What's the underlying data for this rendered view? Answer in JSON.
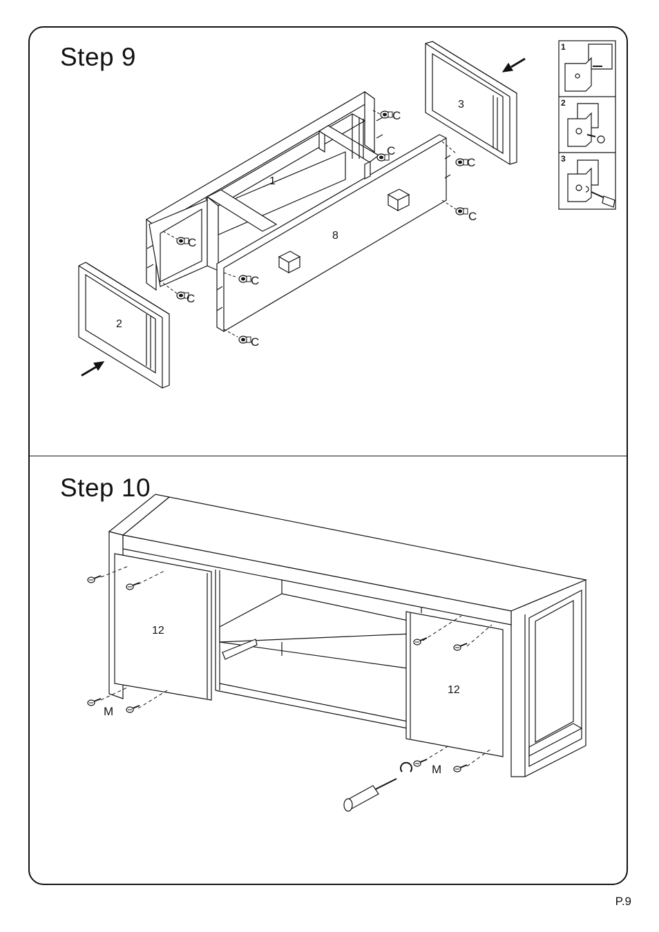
{
  "step9": {
    "title": "Step  9",
    "part_labels": [
      "1",
      "2",
      "3",
      "8"
    ],
    "hardware_label": "C",
    "inset_numbers": [
      "1",
      "2",
      "3"
    ]
  },
  "step10": {
    "title": "Step  10",
    "part_labels": [
      "12",
      "12"
    ],
    "hardware_label": "M"
  },
  "footer": {
    "page_number": "P.9"
  }
}
